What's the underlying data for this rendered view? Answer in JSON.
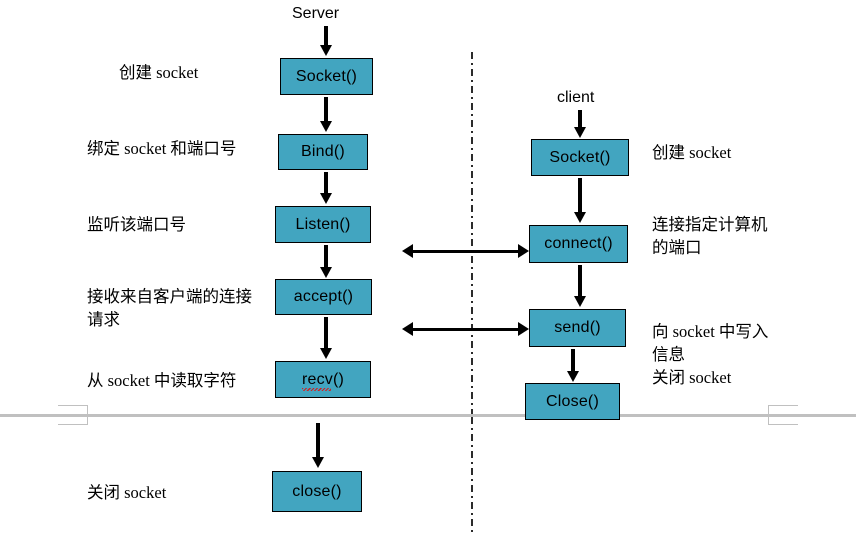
{
  "diagram": {
    "title": "Socket communication flow: Server and client",
    "box_fill_color": "#42a5c0",
    "box_border_color": "#000000",
    "divider_color": "#2b2b2b",
    "page_rule_color": "#c0c0c0"
  },
  "endpoints": {
    "server": "Server",
    "client": "client"
  },
  "server_boxes": [
    {
      "label": "Socket()"
    },
    {
      "label": "Bind()"
    },
    {
      "label": "Listen()"
    },
    {
      "label": "accept()"
    },
    {
      "label": "recv()"
    },
    {
      "label": "close()"
    }
  ],
  "client_boxes": [
    {
      "label": "Socket()"
    },
    {
      "label": "connect()"
    },
    {
      "label": "send()"
    },
    {
      "label": "Close()"
    }
  ],
  "server_notes": [
    {
      "text": "创建 socket"
    },
    {
      "text": "绑定 socket 和端口号"
    },
    {
      "text": "监听该端口号"
    },
    {
      "text": "接收来自客户端的连接\n请求"
    },
    {
      "text": "从 socket 中读取字符"
    },
    {
      "text": "关闭 socket"
    }
  ],
  "client_notes": [
    {
      "text": "创建 socket"
    },
    {
      "text": "连接指定计算机\n的端口"
    },
    {
      "text": "向 socket 中写入\n信息\n关闭 socket"
    }
  ]
}
